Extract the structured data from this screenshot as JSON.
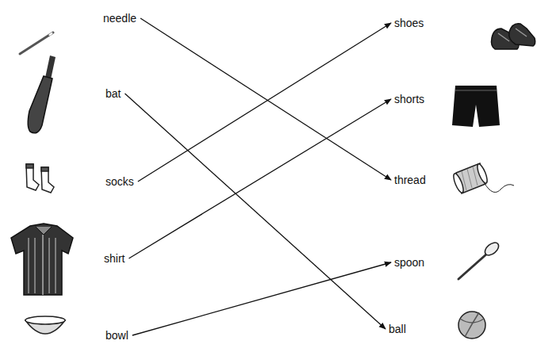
{
  "diagram": {
    "nodes": [
      {
        "text": [
          "needle"
        ]
      },
      {
        "text": [
          "shoes"
        ]
      },
      {
        "text": [
          "bat"
        ]
      },
      {
        "text": [
          "shorts"
        ]
      },
      {
        "text": [
          "socks"
        ]
      },
      {
        "text": [
          "thread"
        ]
      },
      {
        "text": [
          "shirt"
        ]
      },
      {
        "text": [
          "spoon"
        ]
      },
      {
        "text": [
          "bowl"
        ]
      },
      {
        "text": [
          "ball"
        ]
      }
    ],
    "edges": [
      {
        "from": 0,
        "to": 5,
        "arrow": "to"
      },
      {
        "from": 2,
        "to": 9,
        "arrow": "to"
      },
      {
        "from": 4,
        "to": 1,
        "arrow": "to"
      },
      {
        "from": 6,
        "to": 3,
        "arrow": "to"
      },
      {
        "from": 8,
        "to": 7,
        "arrow": "to"
      }
    ]
  }
}
